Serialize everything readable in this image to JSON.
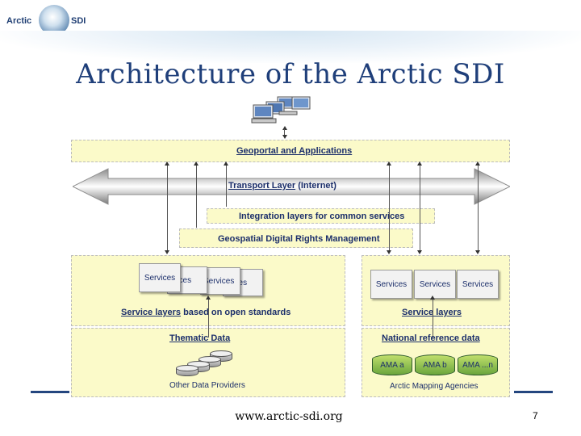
{
  "header": {
    "logo_left": "Arctic",
    "logo_right": "SDI",
    "title": "Architecture of the Arctic SDI"
  },
  "diagram": {
    "geoportal": "Geoportal and Applications",
    "transport_link": "Transport Layer",
    "transport_rest": " (Internet)",
    "integration": "Integration layers for common services",
    "gdrm": "Geospatial Digital Rights Management",
    "left_services": [
      "Services",
      "rvices",
      "Services",
      "rvices"
    ],
    "right_services": [
      "Services",
      "Services",
      "Services"
    ],
    "service_layers_left_a": "Service layers",
    "service_layers_left_b": " based on open standards",
    "service_layers_right": "Service layers",
    "thematic_data": "Thematic Data",
    "national_reference": "National reference data",
    "other_providers": "Other Data Providers",
    "ama": [
      "AMA a",
      "AMA b",
      "AMA ...n"
    ],
    "arctic_agencies": "Arctic Mapping Agencies"
  },
  "footer": {
    "url": "www.arctic-sdi.org",
    "page": "7"
  },
  "colors": {
    "title": "#1f3f7a",
    "band": "#fbfac9",
    "label": "#1c2f6b",
    "rule": "#24467f"
  }
}
